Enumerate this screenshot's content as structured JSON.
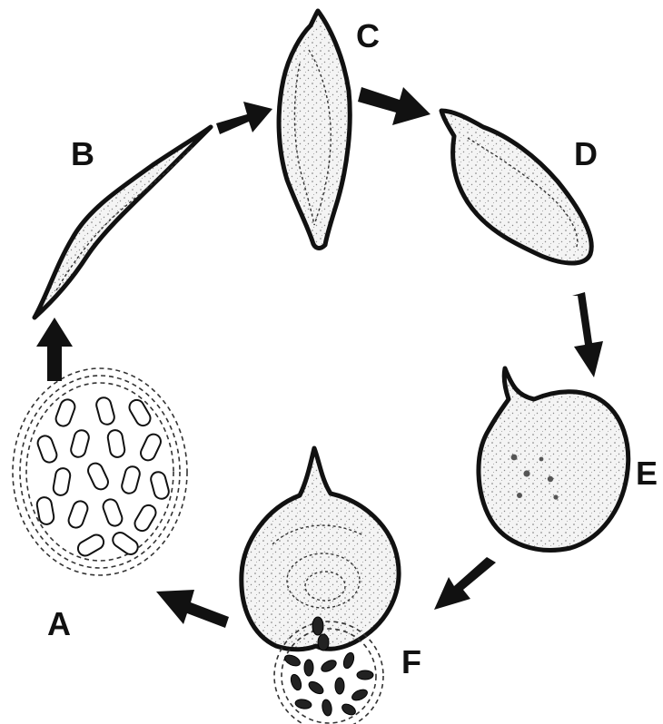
{
  "stages": {
    "A": {
      "label": "A"
    },
    "B": {
      "label": "B"
    },
    "C": {
      "label": "C"
    },
    "D": {
      "label": "D"
    },
    "E": {
      "label": "E"
    },
    "F": {
      "label": "F"
    }
  },
  "colors": {
    "ink": "#111111",
    "background": "#ffffff"
  },
  "flow": [
    "A",
    "B",
    "C",
    "D",
    "E",
    "F",
    "A"
  ]
}
